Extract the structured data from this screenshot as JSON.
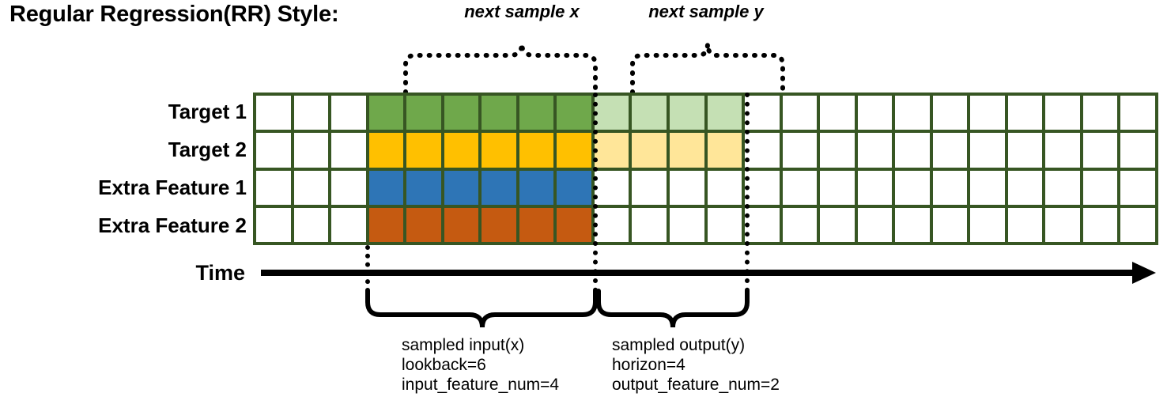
{
  "title": "Regular Regression(RR) Style:",
  "rows": [
    {
      "label": "Target 1",
      "name": "target-1"
    },
    {
      "label": "Target 2",
      "name": "target-2"
    },
    {
      "label": "Extra Feature 1",
      "name": "extra-feature-1"
    },
    {
      "label": "Extra Feature 2",
      "name": "extra-feature-2"
    }
  ],
  "time_axis": {
    "label": "Time"
  },
  "top_captions": [
    {
      "text": "next sample x",
      "name": "next-sample-x"
    },
    {
      "text": "next sample y",
      "name": "next-sample-y"
    }
  ],
  "annotations": {
    "input": {
      "title": "sampled input(x)",
      "line2": "lookback=6",
      "line3": "input_feature_num=4"
    },
    "output": {
      "title": "sampled output(y)",
      "line2": "horizon=4",
      "line3": "output_feature_num=2"
    }
  },
  "colors": {
    "grid_border": "#375623",
    "green": "#6FA84B",
    "green_light": "#C5E0B4",
    "yellow": "#FFC000",
    "yellow_light": "#FFE699",
    "blue": "#2E75B6",
    "orange": "#C55A11",
    "empty": "#FFFFFF",
    "line": "#000000"
  },
  "chart_data": {
    "type": "heatmap",
    "title": "Regular Regression(RR) Style:",
    "columns": 24,
    "rows": 4,
    "row_labels": [
      "Target 1",
      "Target 2",
      "Extra Feature 1",
      "Extra Feature 2"
    ],
    "lookback": 6,
    "horizon": 4,
    "input_feature_num": 4,
    "output_feature_num": 2,
    "input_window_columns": [
      3,
      4,
      5,
      6,
      7,
      8
    ],
    "output_window_columns": [
      9,
      10,
      11,
      12
    ],
    "cell_fill": [
      [
        "empty",
        "empty",
        "empty",
        "green",
        "green",
        "green",
        "green",
        "green",
        "green",
        "green_light",
        "green_light",
        "green_light",
        "green_light",
        "empty",
        "empty",
        "empty",
        "empty",
        "empty",
        "empty",
        "empty",
        "empty",
        "empty",
        "empty",
        "empty"
      ],
      [
        "empty",
        "empty",
        "empty",
        "yellow",
        "yellow",
        "yellow",
        "yellow",
        "yellow",
        "yellow",
        "yellow_light",
        "yellow_light",
        "yellow_light",
        "yellow_light",
        "empty",
        "empty",
        "empty",
        "empty",
        "empty",
        "empty",
        "empty",
        "empty",
        "empty",
        "empty",
        "empty"
      ],
      [
        "empty",
        "empty",
        "empty",
        "blue",
        "blue",
        "blue",
        "blue",
        "blue",
        "blue",
        "empty",
        "empty",
        "empty",
        "empty",
        "empty",
        "empty",
        "empty",
        "empty",
        "empty",
        "empty",
        "empty",
        "empty",
        "empty",
        "empty",
        "empty"
      ],
      [
        "empty",
        "empty",
        "empty",
        "orange",
        "orange",
        "orange",
        "orange",
        "orange",
        "orange",
        "empty",
        "empty",
        "empty",
        "empty",
        "empty",
        "empty",
        "empty",
        "empty",
        "empty",
        "empty",
        "empty",
        "empty",
        "empty",
        "empty",
        "empty"
      ]
    ]
  }
}
